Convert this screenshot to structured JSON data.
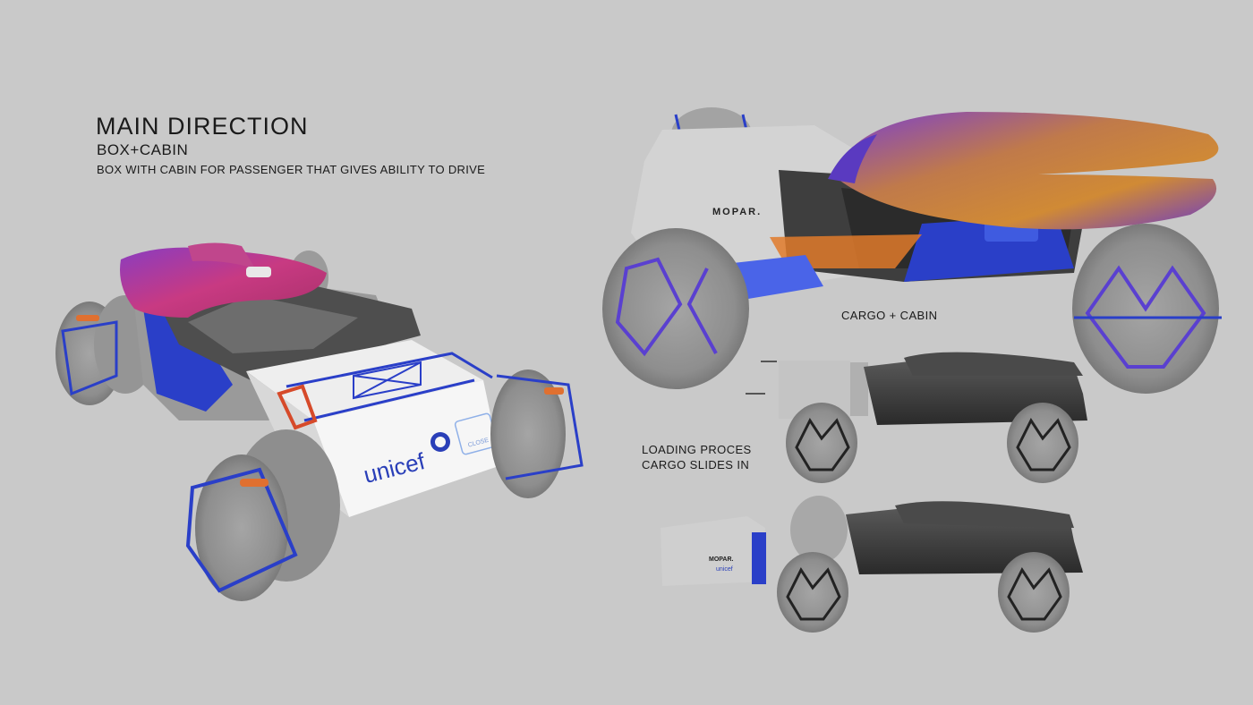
{
  "heading": {
    "title": "MAIN DIRECTION",
    "subtitle": "BOX+CABIN",
    "description": "BOX WITH CABIN FOR PASSENGER THAT GIVES ABILITY TO DRIVE"
  },
  "labels": {
    "cargo_cabin": "CARGO + CABIN",
    "loading_line1": "LOADING PROCES",
    "loading_line2": "CARGO SLIDES IN"
  },
  "logos": {
    "unicef": "unicef",
    "close_tag": "CLOSE",
    "mopar": "MOPAR."
  },
  "colors": {
    "background": "#c9c9c9",
    "canopy_magenta": "#b8357a",
    "canopy_orange": "#c98a3a",
    "accent_blue": "#2a3fc8",
    "accent_red": "#d64a2a"
  }
}
